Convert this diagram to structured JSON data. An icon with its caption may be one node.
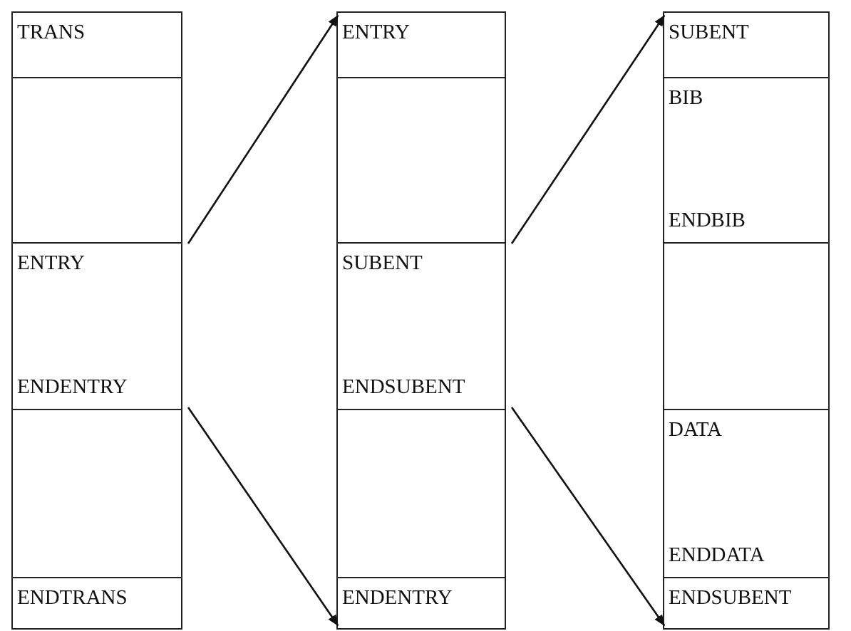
{
  "diagram": {
    "nodes": [
      {
        "text": [
          "TRANS"
        ]
      },
      {
        "text": [],
        "shape": "box"
      },
      {
        "text": [
          "ENTRY",
          "ENDENTRY"
        ]
      },
      {
        "text": [],
        "shape": "box"
      },
      {
        "text": [
          "ENDTRANS"
        ]
      },
      {
        "text": [
          "ENTRY"
        ]
      },
      {
        "text": [],
        "shape": "box"
      },
      {
        "text": [
          "SUBENT",
          "ENDSUBENT"
        ]
      },
      {
        "text": [],
        "shape": "box"
      },
      {
        "text": [
          "ENDENTRY"
        ]
      },
      {
        "text": [
          "SUBENT"
        ]
      },
      {
        "text": [
          "BIB",
          "ENDBIB"
        ]
      },
      {
        "text": [],
        "shape": "box"
      },
      {
        "text": [
          "DATA",
          "ENDDATA"
        ]
      },
      {
        "text": [
          "ENDSUBENT"
        ]
      }
    ],
    "edges": [
      {
        "from": 2,
        "to": 5,
        "arrow": "to"
      },
      {
        "from": 2,
        "to": 9,
        "arrow": "to"
      },
      {
        "from": 7,
        "to": 10,
        "arrow": "to"
      },
      {
        "from": 7,
        "to": 14,
        "arrow": "to"
      }
    ]
  }
}
